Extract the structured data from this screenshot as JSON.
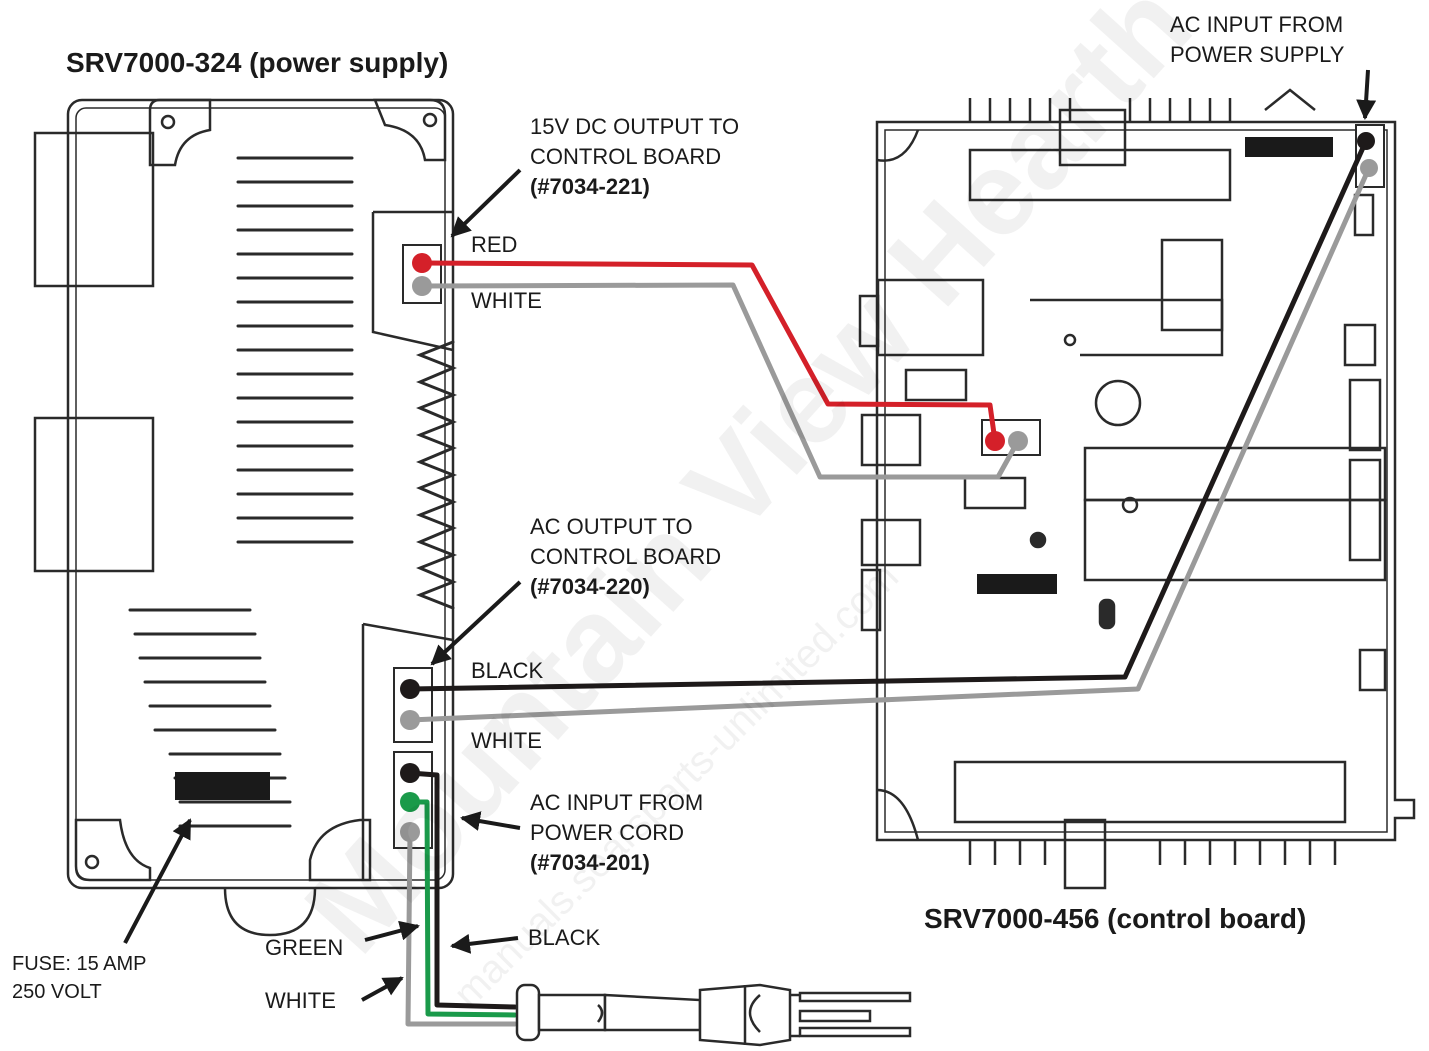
{
  "titles": {
    "power_supply": "SRV7000-324 (power supply)",
    "control_board": "SRV7000-456 (control board)"
  },
  "callouts": {
    "dc_output": [
      "15V DC OUTPUT TO",
      "CONTROL BOARD",
      "(#7034-221)"
    ],
    "ac_output": [
      "AC OUTPUT TO",
      "CONTROL BOARD",
      "(#7034-220)"
    ],
    "ac_input_cord": [
      "AC INPUT FROM",
      "POWER CORD",
      "(#7034-201)"
    ],
    "ac_input_supply": [
      "AC INPUT FROM",
      "POWER SUPPLY"
    ],
    "fuse": [
      "FUSE:  15 AMP",
      "250 VOLT"
    ]
  },
  "wire_labels": {
    "red": "RED",
    "white_dc": "WHITE",
    "black_ac": "BLACK",
    "white_ac": "WHITE",
    "green_cord": "GREEN",
    "black_cord": "BLACK",
    "white_cord": "WHITE"
  },
  "watermark": {
    "main": "Mountain View Hearth Products",
    "sub": "manuals.searsparts-unlimited.com"
  },
  "colors": {
    "red_wire": "#d42029",
    "white_wire": "#9a9a9a",
    "black_wire": "#1e1a1a",
    "green_wire": "#1a9a4a",
    "outline": "#2a2a2a"
  }
}
